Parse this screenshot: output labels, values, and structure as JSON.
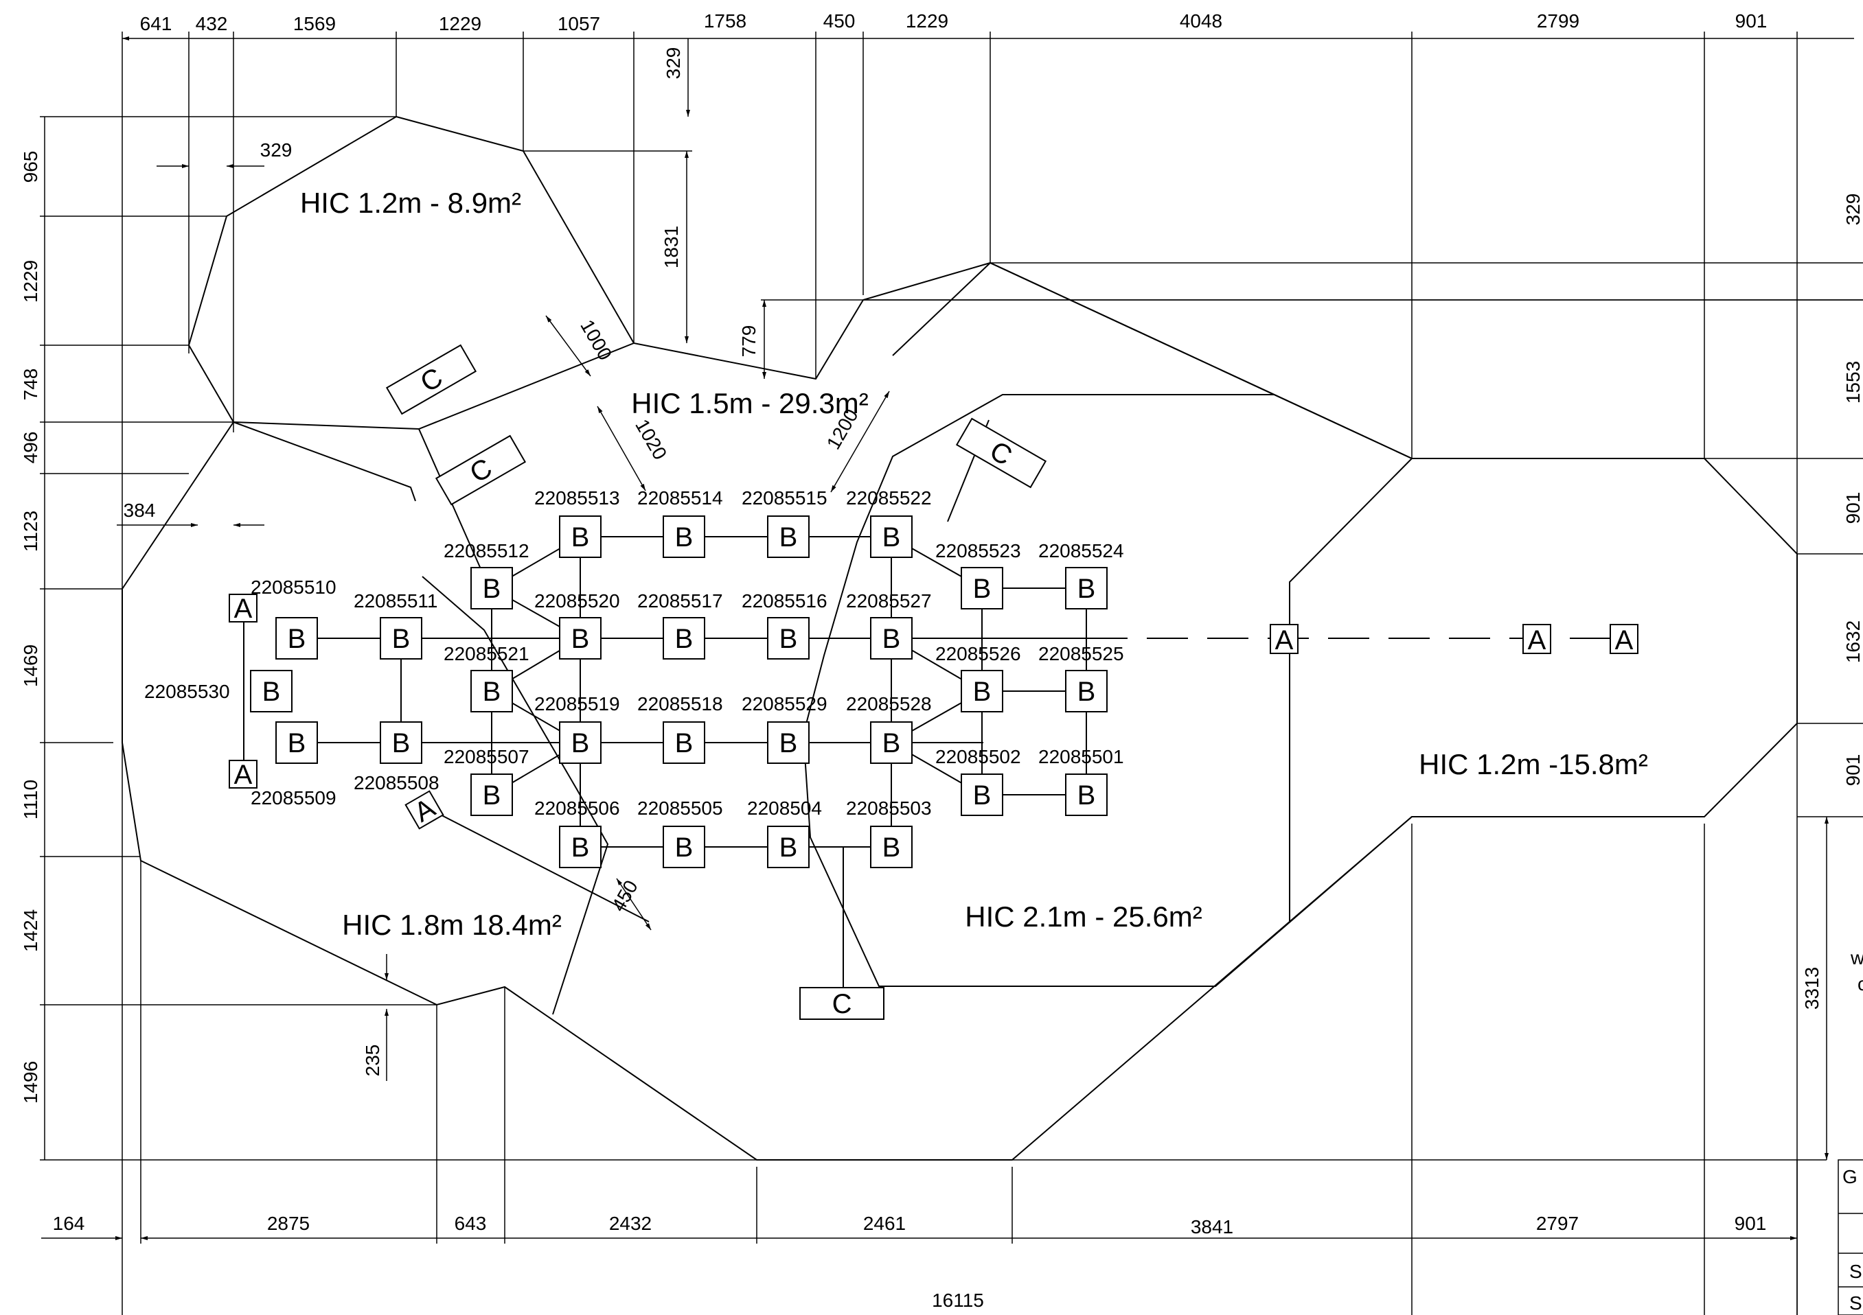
{
  "drawing": {
    "top_dims": [
      "641",
      "432",
      "1569",
      "1229",
      "1057",
      "1758",
      "450",
      "1229",
      "4048",
      "2799",
      "901"
    ],
    "bottom_dims": [
      "164",
      "2875",
      "643",
      "2432",
      "2461",
      "3841",
      "2797",
      "901"
    ],
    "total_width": "16115",
    "left_dims": [
      "965",
      "1229",
      "748",
      "496",
      "1123",
      "1469",
      "1110",
      "1424",
      "1496"
    ],
    "right_dims": [
      "329",
      "1553",
      "901",
      "1632",
      "901"
    ],
    "inner_dims": {
      "d329_top": "329",
      "d329_left": "329",
      "d1831": "1831",
      "d779": "779",
      "d1000": "1000",
      "d1020": "1020",
      "d1200": "1200",
      "d384": "384",
      "d450": "450",
      "d235": "235",
      "d3313": "3313"
    },
    "zones": [
      "HIC 1.2m - 8.9m²",
      "HIC 1.5m -  29.3m²",
      "HIC 1.2m -15.8m²",
      "HIC 1.8m 18.4m²",
      "HIC 2.1m - 25.6m²"
    ],
    "mark_letters": {
      "a": "A",
      "b": "B",
      "c": "C"
    },
    "tags": {
      "t22085513": "22085513",
      "t22085514": "22085514",
      "t22085515": "22085515",
      "t22085522": "22085522",
      "t22085512": "22085512",
      "t22085523": "22085523",
      "t22085524": "22085524",
      "t22085510": "22085510",
      "t22085511": "22085511",
      "t22085520": "22085520",
      "t22085517": "22085517",
      "t22085516": "22085516",
      "t22085527": "22085527",
      "t22085521": "22085521",
      "t22085526": "22085526",
      "t22085525": "22085525",
      "t22085530": "22085530",
      "t22085519": "22085519",
      "t22085518": "22085518",
      "t22085529": "22085529",
      "t22085528": "22085528",
      "t22085507": "22085507",
      "t22085502": "22085502",
      "t22085501": "22085501",
      "t22085508": "22085508",
      "t22085509": "22085509",
      "t22085506": "22085506",
      "t22085505": "22085505",
      "t2208504": "2208504",
      "t22085503": "22085503"
    },
    "cut_off_text": {
      "w": "w",
      "c": "c",
      "g": "G",
      "s1": "S",
      "s2": "S"
    }
  }
}
